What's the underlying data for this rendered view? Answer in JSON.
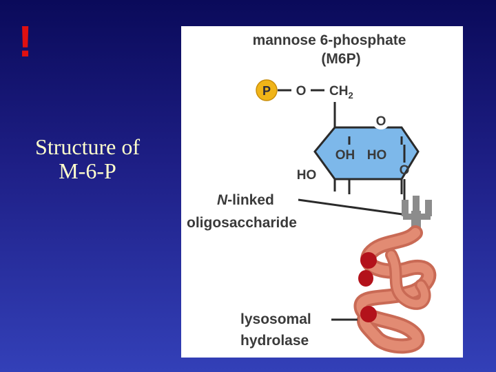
{
  "slide": {
    "mark": "!",
    "caption": [
      "Structure of",
      "M-6-P"
    ]
  },
  "figure": {
    "title_line1": "mannose 6-phosphate",
    "title_line2": "(M6P)",
    "phosphate_symbol": "P",
    "atoms": {
      "ester_oxygen": "O",
      "ch2": "CH",
      "ch2_subscript": "2",
      "ring_oxygen": "O",
      "oh_inside": "OH",
      "ho_inside": "HO",
      "ho_outside": "HO",
      "glycosidic_oxygen": "O"
    },
    "label_nlinked_prefix": "N",
    "label_nlinked_rest": "-linked",
    "label_oligo": "oligosaccharide",
    "label_enzyme_line1": "lysosomal",
    "label_enzyme_line2": "hydrolase",
    "colors": {
      "ring_fill": "#7db8ea",
      "phosphate_fill": "#f0b418",
      "glycan_fill": "#8c8c8c",
      "protein_fill": "#d97a63",
      "protein_dark": "#b3121b",
      "slide_accent": "#e01010",
      "caption_color": "#ffffcc"
    }
  }
}
